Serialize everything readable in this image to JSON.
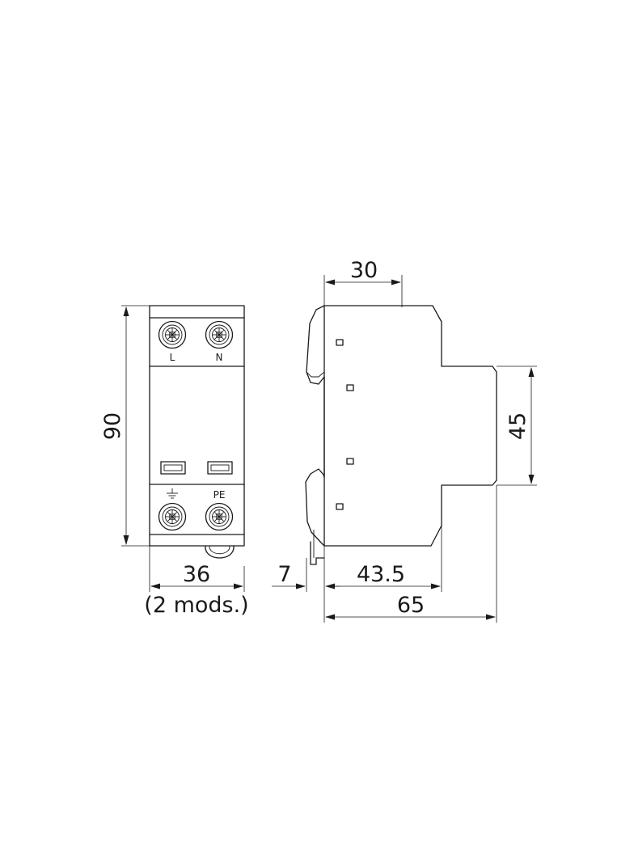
{
  "terminals": {
    "top_left": "L",
    "top_right": "N",
    "bottom_right": "PE"
  },
  "dimensions": {
    "height": "90",
    "width": "36",
    "width_note": "(2 mods.)",
    "top_depth": "30",
    "body_height": "45",
    "rail_offset": "7",
    "body_depth": "43.5",
    "total_depth": "65"
  },
  "icons": {
    "terminal_screw": "terminal-screw-icon",
    "ground": "ground-symbol-icon",
    "indicator": "status-window-icon"
  }
}
